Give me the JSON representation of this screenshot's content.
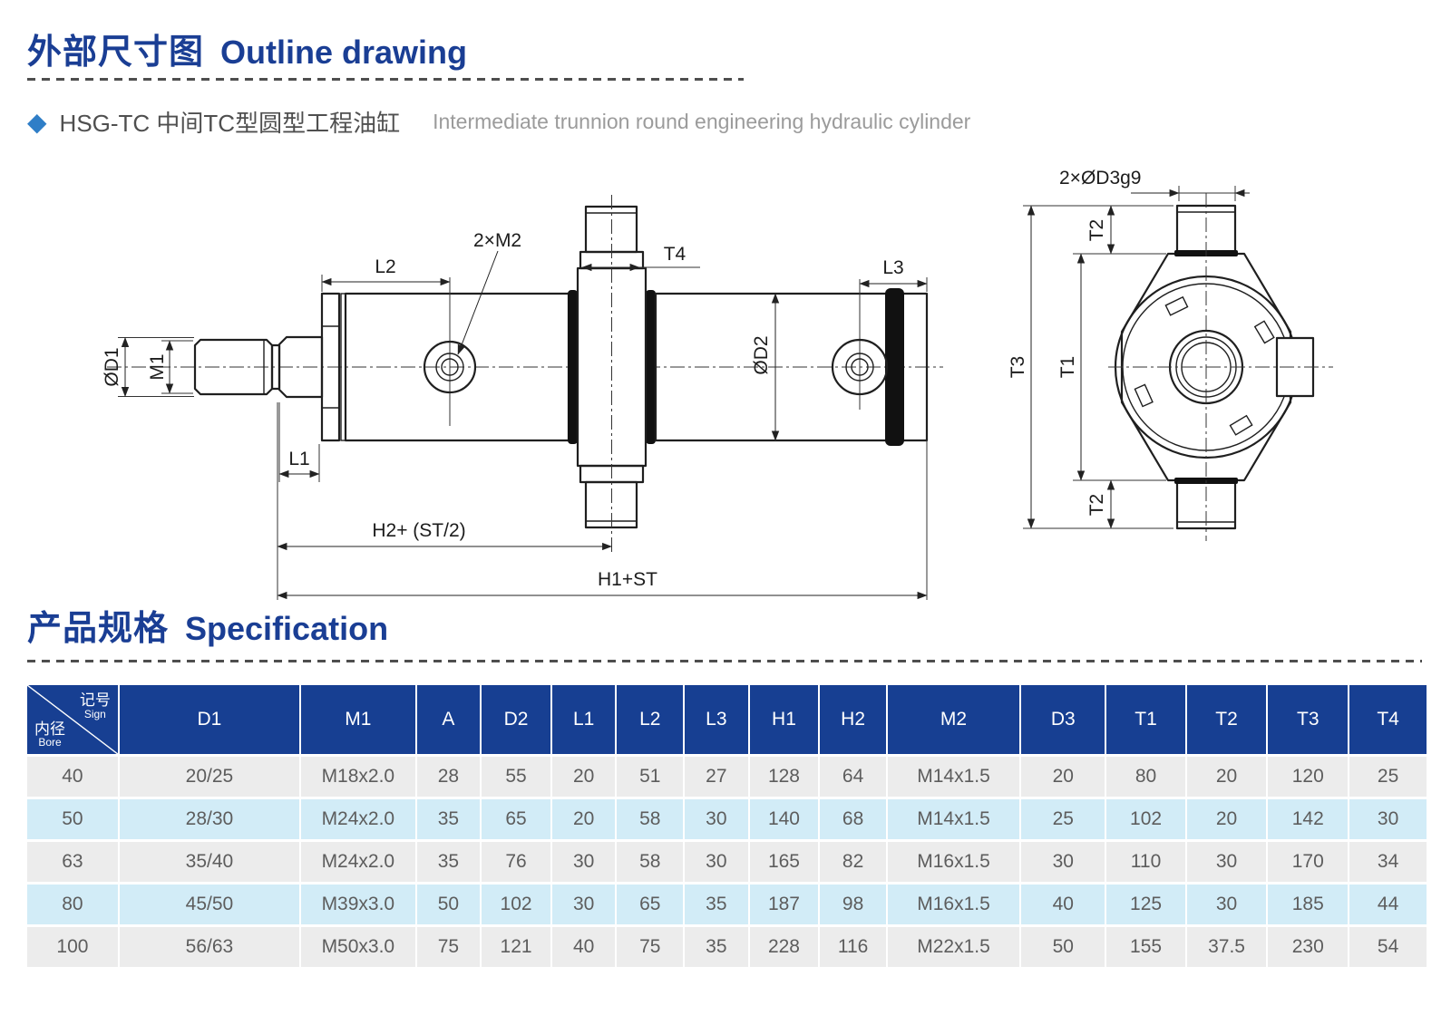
{
  "page": {
    "section1_title_zh": "外部尺寸图",
    "section1_title_en": "Outline drawing",
    "bullet_icon": "diamond-icon",
    "product_zh": "HSG-TC 中间TC型圆型工程油缸",
    "product_en": "Intermediate trunnion round engineering hydraulic cylinder",
    "section2_title_zh": "产品规格",
    "section2_title_en": "Specification"
  },
  "colors": {
    "brand_blue": "#1a3e94",
    "table_header_blue": "#173f92",
    "accent_diamond_blue": "#2f7ec7",
    "row_gray": "#ececec",
    "row_alt_blue": "#d2ecf7",
    "drawing_line": "#1f1f1f"
  },
  "drawing": {
    "side_labels": {
      "od1": "ØD1",
      "m1": "M1",
      "l1": "L1",
      "l2": "L2",
      "m2": "2×M2",
      "t4": "T4",
      "od2": "ØD2",
      "l3": "L3",
      "h2": "H2+ (ST/2)",
      "h1": "H1+ST"
    },
    "end_labels": {
      "dd3": "2×ØD3g9",
      "t2_top": "T2",
      "t1": "T1",
      "t3": "T3",
      "t2_bottom": "T2"
    }
  },
  "table": {
    "corner": {
      "top_zh": "记号",
      "top_en": "Sign",
      "bottom_zh": "内径",
      "bottom_en": "Bore"
    },
    "columns": [
      "D1",
      "M1",
      "A",
      "D2",
      "L1",
      "L2",
      "L3",
      "H1",
      "H2",
      "M2",
      "D3",
      "T1",
      "T2",
      "T3",
      "T4"
    ],
    "rows": [
      {
        "bore": "40",
        "values": [
          "20/25",
          "M18x2.0",
          "28",
          "55",
          "20",
          "51",
          "27",
          "128",
          "64",
          "M14x1.5",
          "20",
          "80",
          "20",
          "120",
          "25"
        ]
      },
      {
        "bore": "50",
        "values": [
          "28/30",
          "M24x2.0",
          "35",
          "65",
          "20",
          "58",
          "30",
          "140",
          "68",
          "M14x1.5",
          "25",
          "102",
          "20",
          "142",
          "30"
        ]
      },
      {
        "bore": "63",
        "values": [
          "35/40",
          "M24x2.0",
          "35",
          "76",
          "30",
          "58",
          "30",
          "165",
          "82",
          "M16x1.5",
          "30",
          "110",
          "30",
          "170",
          "34"
        ]
      },
      {
        "bore": "80",
        "values": [
          "45/50",
          "M39x3.0",
          "50",
          "102",
          "30",
          "65",
          "35",
          "187",
          "98",
          "M16x1.5",
          "40",
          "125",
          "30",
          "185",
          "44"
        ]
      },
      {
        "bore": "100",
        "values": [
          "56/63",
          "M50x3.0",
          "75",
          "121",
          "40",
          "75",
          "35",
          "228",
          "116",
          "M22x1.5",
          "50",
          "155",
          "37.5",
          "230",
          "54"
        ]
      }
    ]
  }
}
